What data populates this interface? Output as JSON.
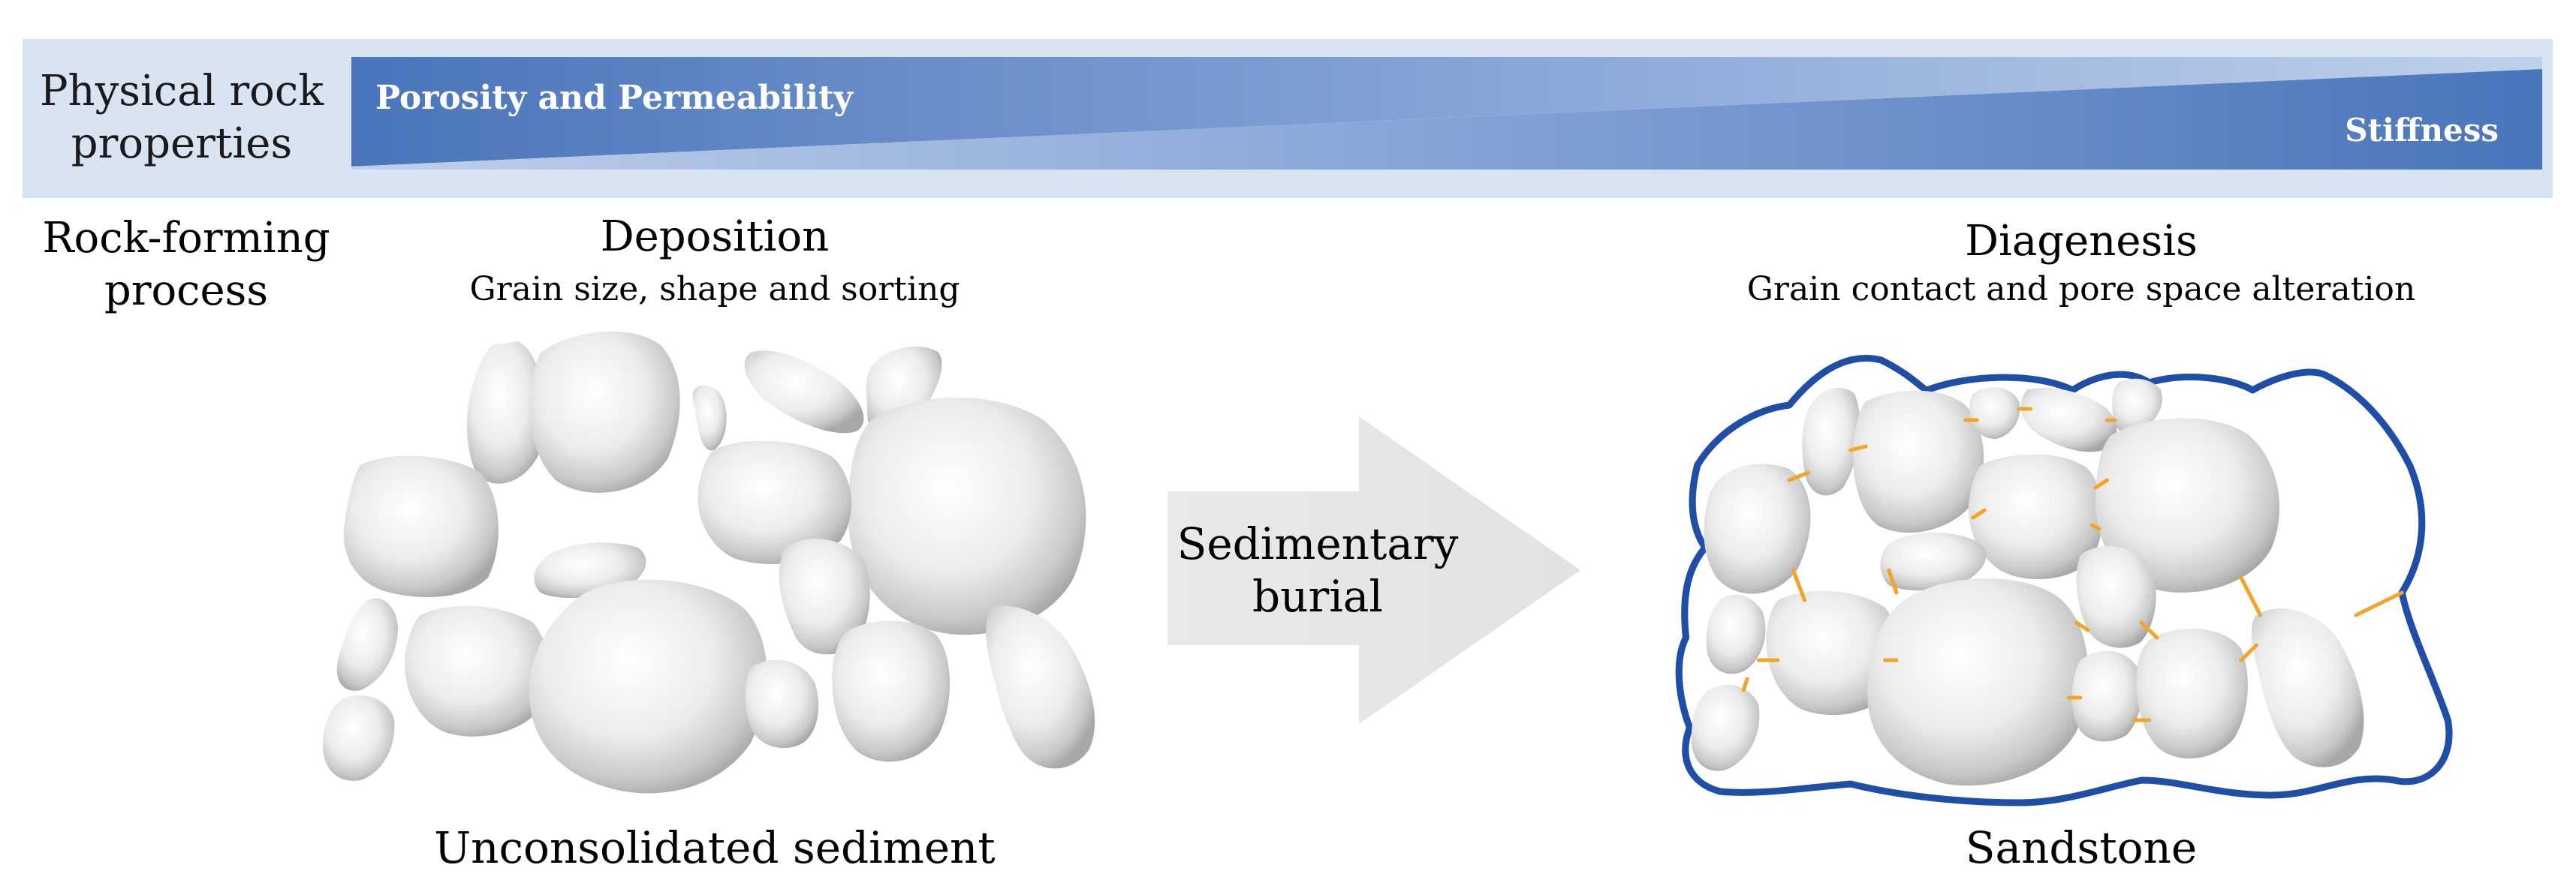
{
  "header": {
    "label_line1": "Physical rock",
    "label_line2": "properties",
    "bar_left_text": "Porosity and Permeability",
    "bar_right_text": "Stiffness"
  },
  "process_label": {
    "line1": "Rock-forming",
    "line2": "process"
  },
  "deposition": {
    "title": "Deposition",
    "subtitle": "Grain size, shape and sorting",
    "caption": "Unconsolidated sediment"
  },
  "arrow": {
    "line1": "Sedimentary",
    "line2": "burial"
  },
  "diagenesis": {
    "title": "Diagenesis",
    "subtitle": "Grain contact and pore space alteration",
    "caption": "Sandstone"
  },
  "colors": {
    "header_band": "#d9e4f3",
    "bar_dark": "#4a75bb",
    "bar_light": "#b8cbe7",
    "grain_outline_sandstone": "#1f4ea6",
    "cement": "#f3a52a",
    "arrow_fill": "#e6e6e6"
  }
}
